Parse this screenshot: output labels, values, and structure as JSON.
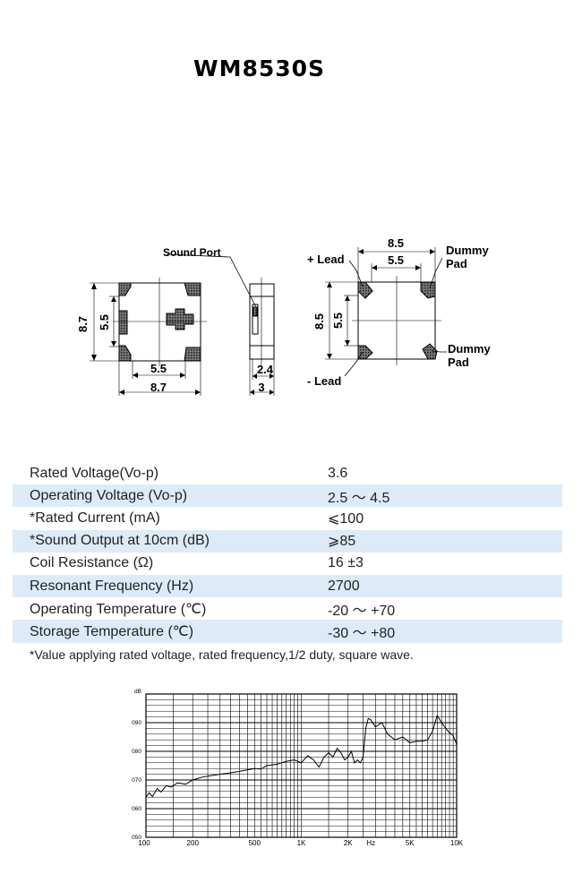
{
  "title": "WM8530S",
  "drawing": {
    "sound_port_label": "Sound Port",
    "plus_lead_label": "+ Lead",
    "minus_lead_label": "- Lead",
    "dummy_pad_line1": "Dummy",
    "dummy_pad_line2": "Pad",
    "front_dims": {
      "height_outer": "8.7",
      "height_inner": "5.5",
      "width_inner": "5.5",
      "width_outer": "8.7"
    },
    "side_dims": {
      "inner": "2.4",
      "outer": "3"
    },
    "back_dims": {
      "width_outer": "8.5",
      "width_inner": "5.5",
      "height_outer": "8.5",
      "height_inner": "5.5"
    }
  },
  "specs": [
    {
      "label": "Rated Voltage(Vo-p)",
      "value": "3.6"
    },
    {
      "label": "Operating Voltage (Vo-p)",
      "value": "2.5 ～ 4.5"
    },
    {
      "label": "*Rated Current (mA)",
      "value": "⩽100"
    },
    {
      "label": "*Sound Output at 10cm (dB)",
      "value": "⩾85"
    },
    {
      "label": "Coil Resistance (Ω)",
      "value": "16 ±3"
    },
    {
      "label": "Resonant Frequency (Hz)",
      "value": "2700"
    },
    {
      "label": "Operating Temperature (℃)",
      "value": "-20 ～ +70"
    },
    {
      "label": "Storage Temperature (℃)",
      "value": "-30 ～ +80"
    }
  ],
  "note": "*Value applying rated voltage, rated frequency,1/2 duty, square wave.",
  "chart_data": {
    "type": "line",
    "title": "",
    "ylabel": "dB",
    "xlabel": "",
    "x_scale": "log",
    "xlim": [
      100,
      10000
    ],
    "ylim": [
      50,
      100
    ],
    "y_ticks": [
      "060",
      "070",
      "080",
      "090"
    ],
    "x_ticks": [
      "100",
      "200",
      "500",
      "1K",
      "2K",
      "Hz",
      "5K",
      "10K"
    ],
    "y_bottom_label": "050",
    "grid": true,
    "series": [
      {
        "x": [
          100,
          105,
          110,
          118,
          125,
          135,
          145,
          160,
          180,
          200,
          230,
          260,
          300,
          350,
          400,
          450,
          500,
          550,
          600,
          700,
          800,
          900,
          1000,
          1100,
          1200,
          1300,
          1400,
          1500,
          1600,
          1700,
          1800,
          1900,
          2000,
          2100,
          2200,
          2300,
          2400,
          2500,
          2600,
          2700,
          2800,
          3000,
          3300,
          3600,
          4000,
          4500,
          5000,
          5500,
          6000,
          6500,
          7000,
          7500,
          8000,
          8500,
          9000,
          9500,
          10000
        ],
        "values": [
          64,
          65.5,
          64.2,
          67,
          65.8,
          68,
          67.5,
          69,
          68.5,
          70,
          71,
          71.5,
          72,
          72.5,
          73,
          73.5,
          74,
          73.8,
          75,
          75.5,
          76.5,
          77,
          76,
          78.5,
          77,
          74.5,
          78,
          79.5,
          78,
          81,
          79.5,
          77,
          78,
          80,
          76,
          77,
          76,
          78,
          88,
          91.5,
          91,
          88.5,
          90,
          86,
          84,
          85,
          83,
          83.5,
          83.5,
          84,
          87,
          92.5,
          90,
          88,
          86.5,
          85.5,
          82.5
        ]
      }
    ]
  }
}
